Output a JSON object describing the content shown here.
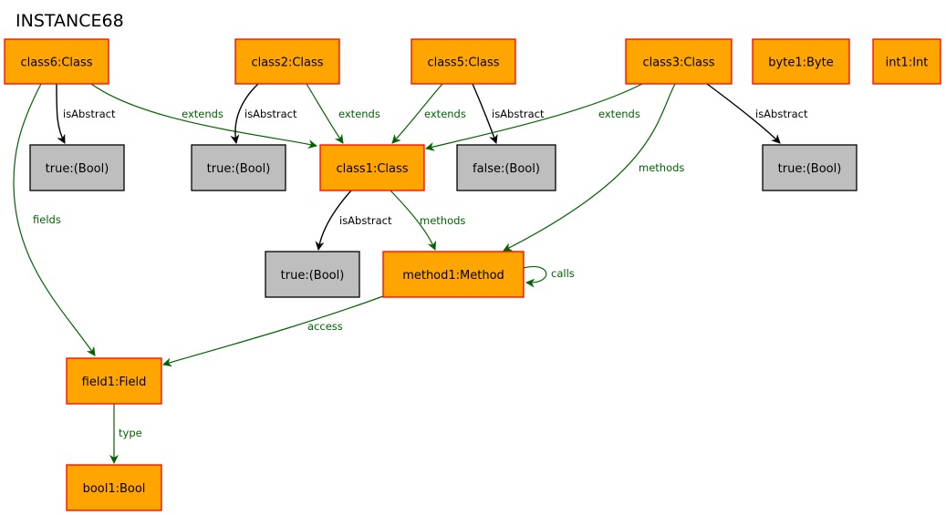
{
  "diagram": {
    "title": "INSTANCE68",
    "colors": {
      "object_fill": "#ffa500",
      "object_border": "#ff0000",
      "value_fill": "#bebebe",
      "value_border": "#000000",
      "relation_edge": "#006400",
      "attribute_edge": "#000000"
    },
    "nodes": [
      {
        "id": "class6",
        "label": "class6:Class",
        "kind": "object"
      },
      {
        "id": "class2",
        "label": "class2:Class",
        "kind": "object"
      },
      {
        "id": "class5",
        "label": "class5:Class",
        "kind": "object"
      },
      {
        "id": "class3",
        "label": "class3:Class",
        "kind": "object"
      },
      {
        "id": "byte1",
        "label": "byte1:Byte",
        "kind": "object"
      },
      {
        "id": "int1",
        "label": "int1:Int",
        "kind": "object"
      },
      {
        "id": "true_c6",
        "label": "true:(Bool)",
        "kind": "value"
      },
      {
        "id": "true_c2",
        "label": "true:(Bool)",
        "kind": "value"
      },
      {
        "id": "class1",
        "label": "class1:Class",
        "kind": "object"
      },
      {
        "id": "false_c5",
        "label": "false:(Bool)",
        "kind": "value"
      },
      {
        "id": "true_c3",
        "label": "true:(Bool)",
        "kind": "value"
      },
      {
        "id": "true_c1",
        "label": "true:(Bool)",
        "kind": "value"
      },
      {
        "id": "method1",
        "label": "method1:Method",
        "kind": "object"
      },
      {
        "id": "field1",
        "label": "field1:Field",
        "kind": "object"
      },
      {
        "id": "bool1",
        "label": "bool1:Bool",
        "kind": "object"
      }
    ],
    "edges": [
      {
        "id": "e1",
        "from": "class6",
        "to": "true_c6",
        "label": "isAbstract",
        "kind": "attribute"
      },
      {
        "id": "e2",
        "from": "class6",
        "to": "class1",
        "label": "extends",
        "kind": "relation"
      },
      {
        "id": "e3",
        "from": "class6",
        "to": "field1",
        "label": "fields",
        "kind": "relation"
      },
      {
        "id": "e4",
        "from": "class2",
        "to": "true_c2",
        "label": "isAbstract",
        "kind": "attribute"
      },
      {
        "id": "e5",
        "from": "class2",
        "to": "class1",
        "label": "extends",
        "kind": "relation"
      },
      {
        "id": "e6",
        "from": "class5",
        "to": "class1",
        "label": "extends",
        "kind": "relation"
      },
      {
        "id": "e7",
        "from": "class5",
        "to": "false_c5",
        "label": "isAbstract",
        "kind": "attribute"
      },
      {
        "id": "e8",
        "from": "class3",
        "to": "class1",
        "label": "extends",
        "kind": "relation"
      },
      {
        "id": "e9",
        "from": "class3",
        "to": "method1",
        "label": "methods",
        "kind": "relation"
      },
      {
        "id": "e10",
        "from": "class3",
        "to": "true_c3",
        "label": "isAbstract",
        "kind": "attribute"
      },
      {
        "id": "e11",
        "from": "class1",
        "to": "true_c1",
        "label": "isAbstract",
        "kind": "attribute"
      },
      {
        "id": "e12",
        "from": "class1",
        "to": "method1",
        "label": "methods",
        "kind": "relation"
      },
      {
        "id": "e13",
        "from": "method1",
        "to": "method1",
        "label": "calls",
        "kind": "relation"
      },
      {
        "id": "e14",
        "from": "method1",
        "to": "field1",
        "label": "access",
        "kind": "relation"
      },
      {
        "id": "e15",
        "from": "field1",
        "to": "bool1",
        "label": "type",
        "kind": "relation"
      }
    ]
  }
}
